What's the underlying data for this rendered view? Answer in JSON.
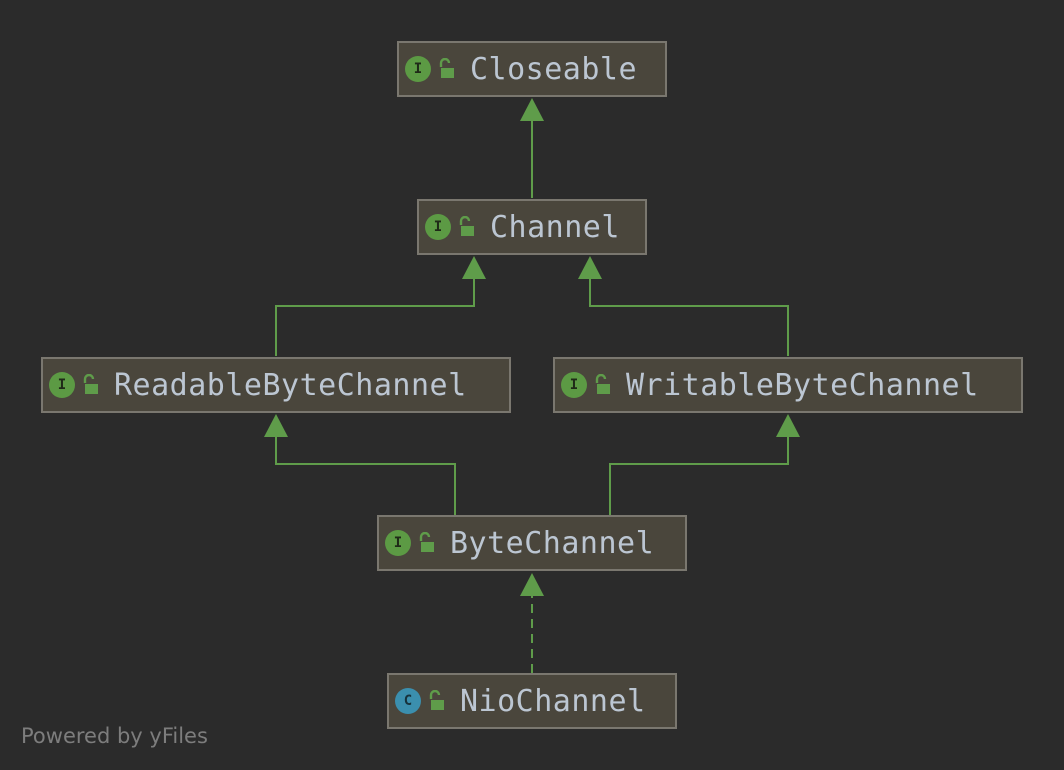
{
  "nodes": [
    {
      "id": "closeable",
      "label": "Closeable",
      "kind": "interface",
      "kind_letter": "I"
    },
    {
      "id": "channel",
      "label": "Channel",
      "kind": "interface",
      "kind_letter": "I"
    },
    {
      "id": "readable",
      "label": "ReadableByteChannel",
      "kind": "interface",
      "kind_letter": "I"
    },
    {
      "id": "writable",
      "label": "WritableByteChannel",
      "kind": "interface",
      "kind_letter": "I"
    },
    {
      "id": "bytechannel",
      "label": "ByteChannel",
      "kind": "interface",
      "kind_letter": "I"
    },
    {
      "id": "niochannel",
      "label": "NioChannel",
      "kind": "class",
      "kind_letter": "C"
    }
  ],
  "edges": [
    {
      "from": "channel",
      "to": "closeable",
      "style": "extends"
    },
    {
      "from": "readable",
      "to": "channel",
      "style": "extends"
    },
    {
      "from": "writable",
      "to": "channel",
      "style": "extends"
    },
    {
      "from": "bytechannel",
      "to": "readable",
      "style": "extends"
    },
    {
      "from": "bytechannel",
      "to": "writable",
      "style": "extends"
    },
    {
      "from": "niochannel",
      "to": "bytechannel",
      "style": "implements"
    }
  ],
  "colors": {
    "background": "#2b2b2b",
    "node_fill": "#4a463c",
    "node_border": "#7a776f",
    "edge": "#5f9c4a",
    "interface_badge": "#5c9a44",
    "class_badge": "#3b8fae",
    "label_text": "#bcc6d2"
  },
  "icons": {
    "visibility": "unlocked-padlock-icon"
  },
  "footer": {
    "text": "Powered by yFiles"
  }
}
